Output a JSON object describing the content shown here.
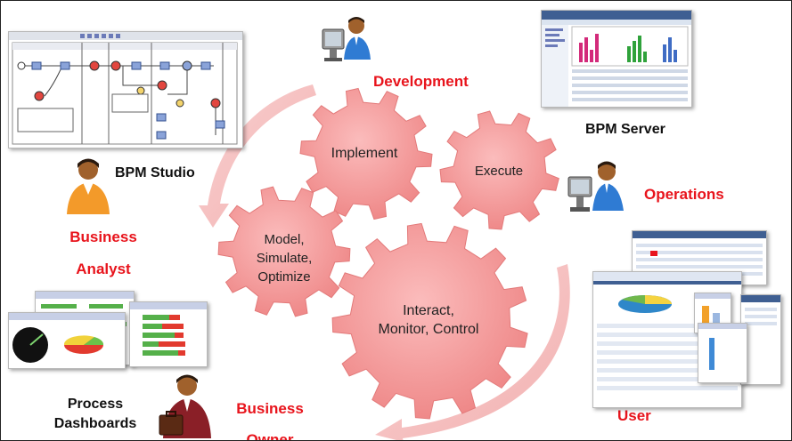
{
  "gears": {
    "implement": "Implement",
    "execute": "Execute",
    "model": [
      "Model,",
      "Simulate,",
      "Optimize"
    ],
    "interact": [
      "Interact,",
      "Monitor, Control"
    ]
  },
  "labels": {
    "development": "Development",
    "bpm_server": "BPM Server",
    "operations": "Operations",
    "bpm_studio": "BPM Studio",
    "business_analyst": [
      "Business",
      "Analyst"
    ],
    "process_dashboards": [
      "Process",
      "Dashboards"
    ],
    "business_owner": [
      "Business",
      "Owner"
    ],
    "user": "User"
  },
  "icons": {
    "developer": "developer-at-computer-icon",
    "operator": "operator-at-computer-icon",
    "analyst": "business-analyst-person-icon",
    "owner": "business-owner-with-briefcase-icon"
  },
  "colors": {
    "gear_fill": "#f59b9b",
    "gear_dark": "#e37a7a",
    "arrow": "#f6c4c4",
    "accent_red": "#e8141c",
    "text_dark": "#111111"
  }
}
